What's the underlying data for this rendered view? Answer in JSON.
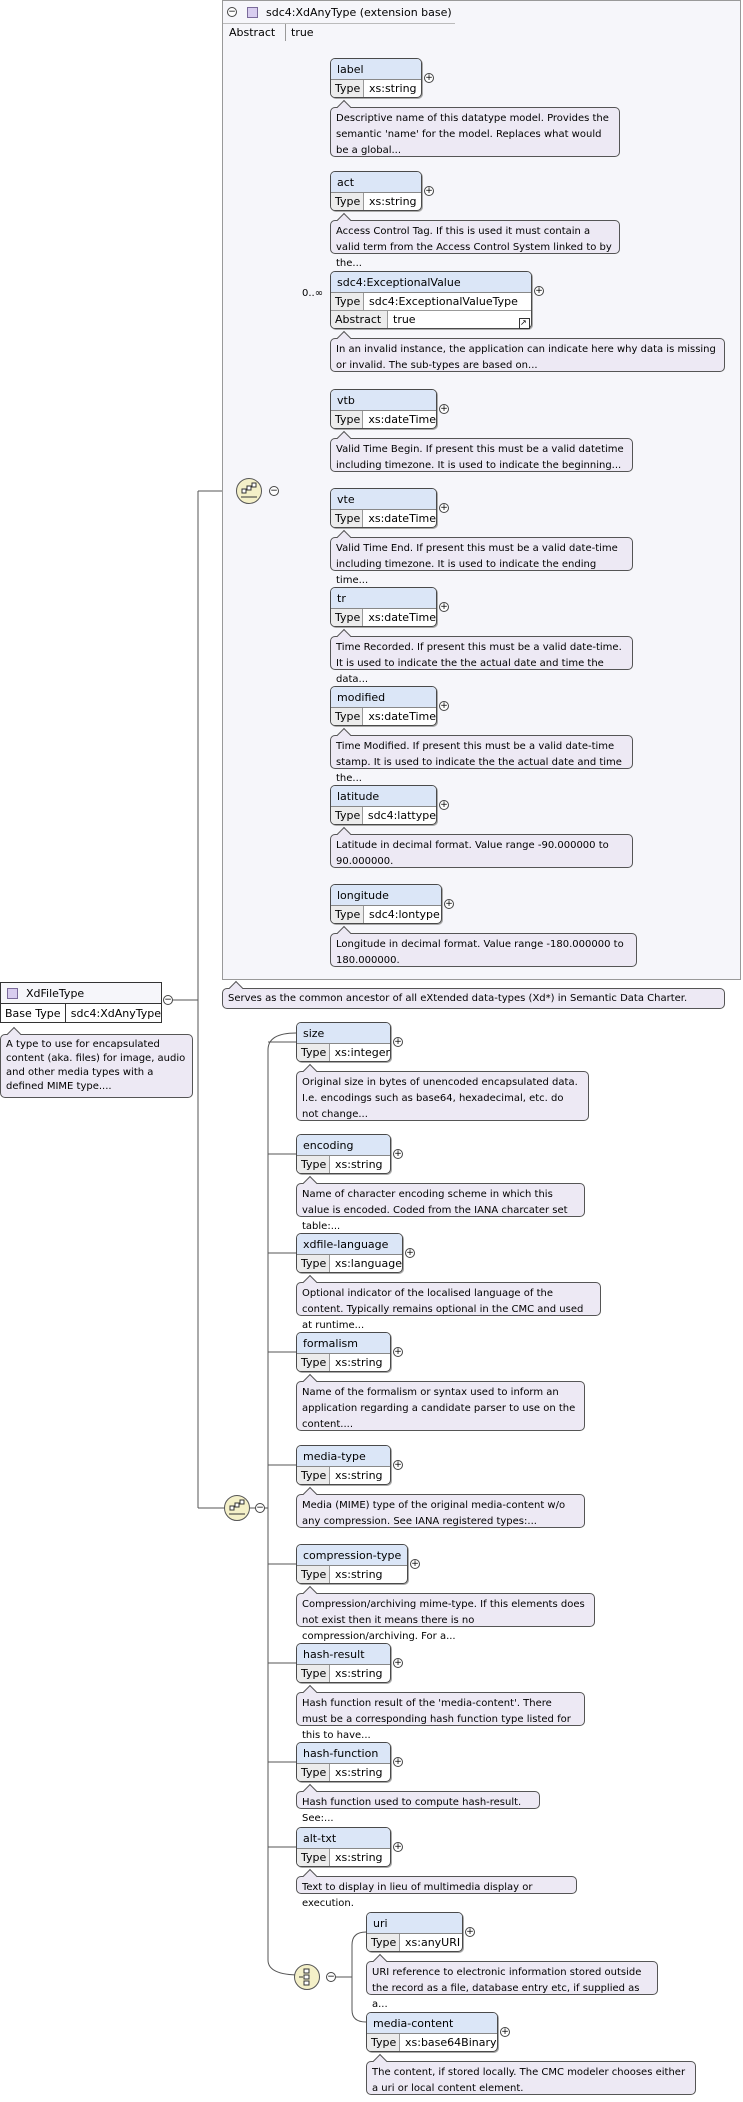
{
  "root": {
    "name": "XdFileType",
    "base_type_label": "Base Type",
    "base_type_value": "sdc4:XdAnyType",
    "description": "A type to use for encapsulated content (aka. files) for image, audio and other media types with a defined MIME type...."
  },
  "base": {
    "title": "sdc4:XdAnyType (extension base)",
    "abstract_label": "Abstract",
    "abstract_value": "true",
    "description": "Serves as the common ancestor of all eXtended data-types (Xd*) in Semantic Data Charter.",
    "elements": [
      {
        "name": "label",
        "type_label": "Type",
        "type": "xs:string",
        "desc": "Descriptive name of this datatype model. Provides the semantic 'name' for the model. Replaces what would be a global..."
      },
      {
        "name": "act",
        "type_label": "Type",
        "type": "xs:string",
        "desc": "Access Control Tag. If this is used it must contain a valid term from the Access Control System linked to by the..."
      },
      {
        "name": "sdc4:ExceptionalValue",
        "type_label": "Type",
        "type": "sdc4:ExceptionalValueType",
        "abstract_label": "Abstract",
        "abstract": "true",
        "cardinality": "0..∞",
        "desc": "In an invalid instance, the application can indicate here why data is missing or invalid. The sub-types are based on..."
      },
      {
        "name": "vtb",
        "type_label": "Type",
        "type": "xs:dateTime",
        "desc": "Valid Time Begin. If present this must be a valid datetime including timezone. It is used to indicate the beginning..."
      },
      {
        "name": "vte",
        "type_label": "Type",
        "type": "xs:dateTime",
        "desc": "Valid Time End. If present this must be a valid date-time including timezone. It is used to indicate the ending time..."
      },
      {
        "name": "tr",
        "type_label": "Type",
        "type": "xs:dateTime",
        "desc": "Time Recorded. If present this must be a valid date-time. It is used to indicate the the actual date and time the data..."
      },
      {
        "name": "modified",
        "type_label": "Type",
        "type": "xs:dateTime",
        "desc": "Time Modified. If present this must be a valid date-time stamp. It is used to indicate the the actual date and time the..."
      },
      {
        "name": "latitude",
        "type_label": "Type",
        "type": "sdc4:lattype",
        "desc": "Latitude in decimal format. Value range -90.000000 to 90.000000."
      },
      {
        "name": "longitude",
        "type_label": "Type",
        "type": "sdc4:lontype",
        "desc": "Longitude in decimal format. Value range -180.000000 to 180.000000."
      }
    ]
  },
  "ext": {
    "elements": [
      {
        "name": "size",
        "type_label": "Type",
        "type": "xs:integer",
        "desc": "Original size in bytes of unencoded encapsulated data. I.e. encodings such as base64, hexadecimal, etc. do not change..."
      },
      {
        "name": "encoding",
        "type_label": "Type",
        "type": "xs:string",
        "desc": "Name of character encoding scheme in which this value is encoded. Coded from the IANA charcater set table:..."
      },
      {
        "name": "xdfile-language",
        "type_label": "Type",
        "type": "xs:language",
        "desc": "Optional indicator of the localised language of the content. Typically remains optional in the CMC and used at runtime..."
      },
      {
        "name": "formalism",
        "type_label": "Type",
        "type": "xs:string",
        "desc": "Name of the formalism or syntax used to inform an application regarding a candidate parser to use on the content...."
      },
      {
        "name": "media-type",
        "type_label": "Type",
        "type": "xs:string",
        "desc": "Media (MIME) type of the original media-content w/o any compression. See IANA registered types:..."
      },
      {
        "name": "compression-type",
        "type_label": "Type",
        "type": "xs:string",
        "desc": "Compression/archiving mime-type. If this elements does not exist then it means there is no compression/archiving. For a..."
      },
      {
        "name": "hash-result",
        "type_label": "Type",
        "type": "xs:string",
        "desc": "Hash function result of the 'media-content'. There must be a corresponding hash function type listed for this to have..."
      },
      {
        "name": "hash-function",
        "type_label": "Type",
        "type": "xs:string",
        "desc": "Hash function used to compute hash-result. See:..."
      },
      {
        "name": "alt-txt",
        "type_label": "Type",
        "type": "xs:string",
        "desc": "Text to display in lieu of multimedia display or execution."
      }
    ],
    "choice": [
      {
        "name": "uri",
        "type_label": "Type",
        "type": "xs:anyURI",
        "desc": "URI reference to electronic information stored outside the record as a file, database entry etc, if supplied as a..."
      },
      {
        "name": "media-content",
        "type_label": "Type",
        "type": "xs:base64Binary",
        "desc": "The content, if stored locally. The CMC modeler chooses either a uri or local content element."
      }
    ]
  },
  "icons": [
    "square-icon",
    "sequence-icon",
    "choice-icon",
    "plus-icon",
    "minus-icon",
    "reference-arrow-icon"
  ]
}
